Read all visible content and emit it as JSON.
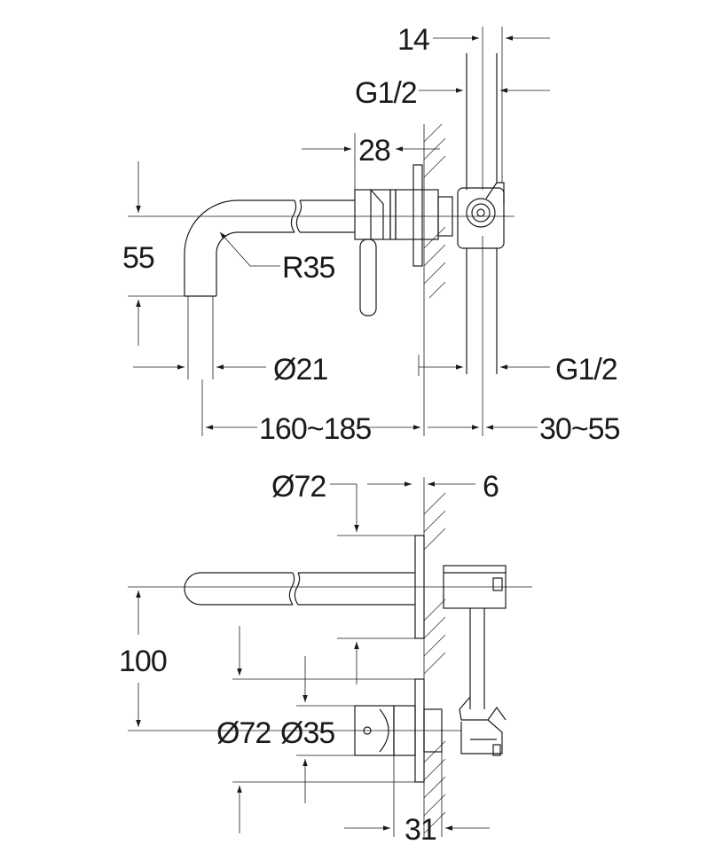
{
  "dimensions": {
    "top_width_14": "14",
    "top_thread_upper": "G1/2",
    "top_thread_lower": "G1/2",
    "top_length_28": "28",
    "top_height_55": "55",
    "top_radius": "R35",
    "top_spout_diameter": "Ø21",
    "top_reach": "160~185",
    "top_wall_depth": "30~55",
    "bottom_plate_diameter_upper": "Ø72",
    "bottom_plate_thickness": "6",
    "bottom_height_100": "100",
    "bottom_plate_diameter_lower": "Ø72",
    "bottom_handle_diameter": "Ø35",
    "bottom_depth_31": "31"
  }
}
